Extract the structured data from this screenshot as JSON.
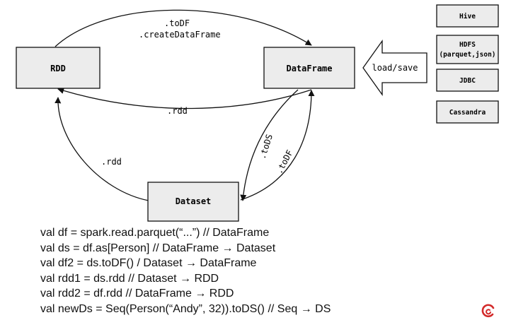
{
  "nodes": {
    "rdd": "RDD",
    "dataframe": "DataFrame",
    "dataset": "Dataset"
  },
  "edges": {
    "rdd_to_df_1": ".toDF",
    "rdd_to_df_2": ".createDataFrame",
    "df_to_rdd": ".rdd",
    "ds_to_rdd": ".rdd",
    "df_to_ds": ".toDS",
    "ds_to_df": ".toDF"
  },
  "load_save": "load/save",
  "sources": [
    "Hive",
    "HDFS",
    "(parquet,json)",
    "JDBC",
    "Cassandra"
  ],
  "code_lines": [
    "val df = spark.read.parquet(“...”) // DataFrame",
    "val ds = df.as[Person] // DataFrame → Dataset",
    "val df2 = ds.toDF() / Dataset → DataFrame",
    "val rdd1 = ds.rdd // Dataset → RDD",
    "val rdd2 = df.rdd // DataFrame → RDD",
    "val newDs = Seq(Person(“Andy”, 32)).toDS() // Seq → DS"
  ],
  "logo_icon": "spiral-logo-icon"
}
